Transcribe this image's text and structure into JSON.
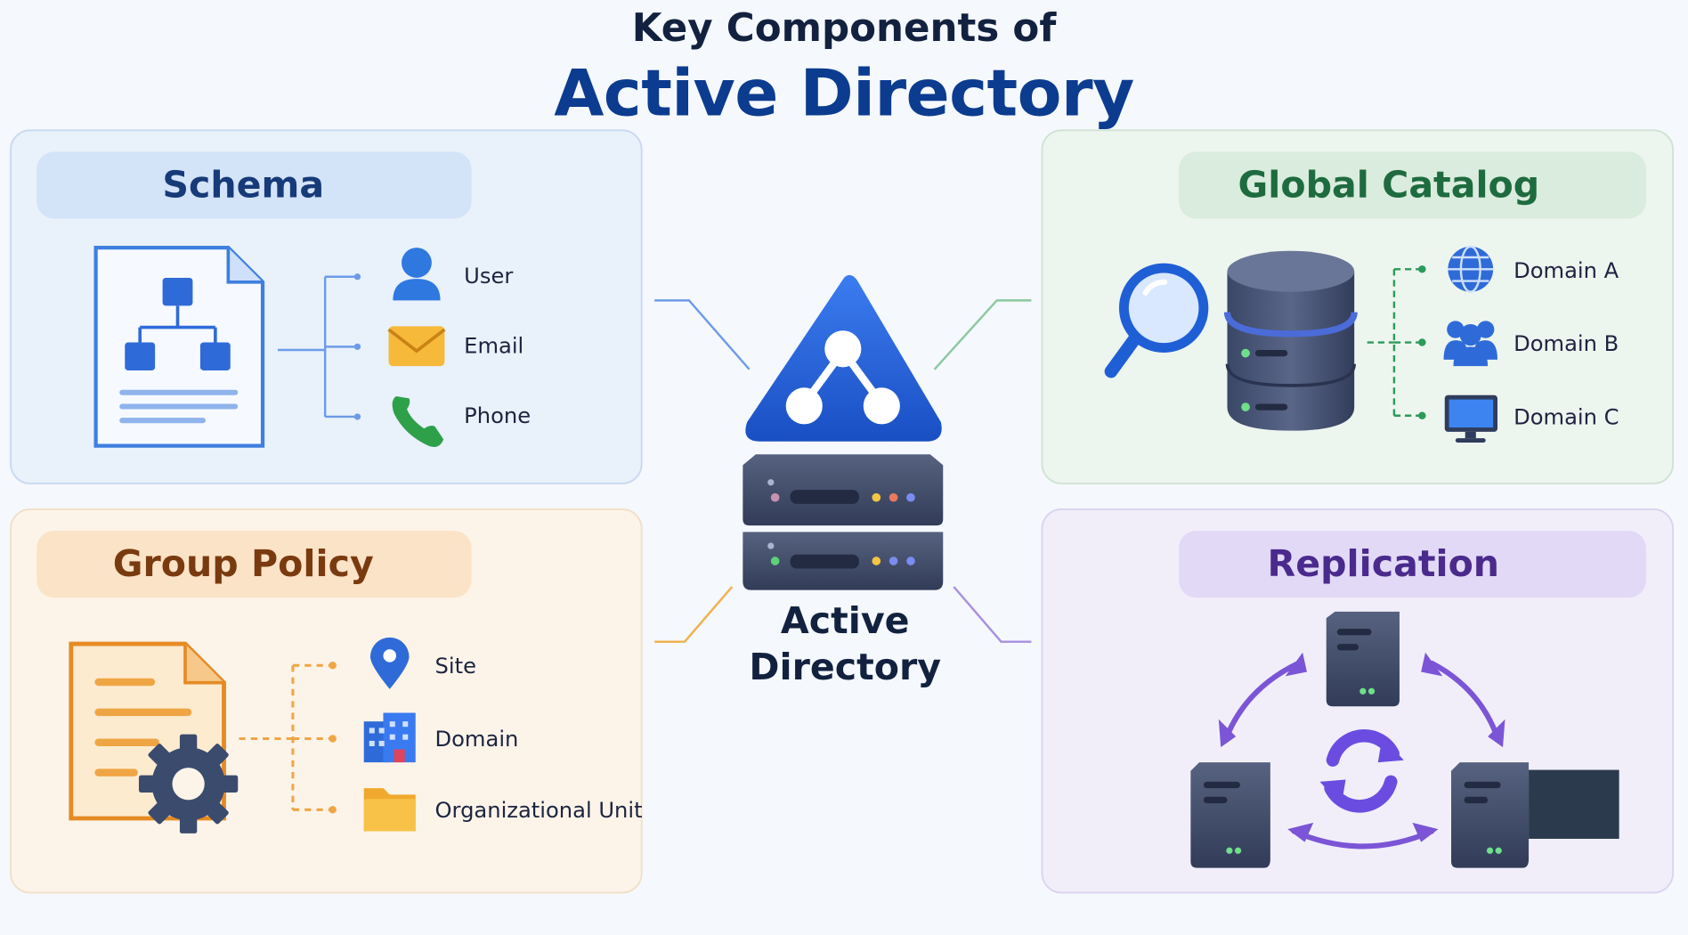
{
  "title": {
    "line1": "Key Components of",
    "line2": "Active Directory"
  },
  "center": {
    "label_line1": "Active",
    "label_line2": "Directory"
  },
  "panels": {
    "schema": {
      "heading": "Schema",
      "items": [
        "User",
        "Email",
        "Phone"
      ]
    },
    "global_catalog": {
      "heading": "Global Catalog",
      "items": [
        "Domain A",
        "Domain B",
        "Domain C"
      ]
    },
    "group_policy": {
      "heading": "Group Policy",
      "items": [
        "Site",
        "Domain",
        "Organizational Unit"
      ]
    },
    "replication": {
      "heading": "Replication"
    }
  },
  "colors": {
    "schema": "#2f6bd8",
    "global_catalog": "#1e6b3f",
    "group_policy": "#7a3a10",
    "replication": "#4a2a8c",
    "accent_blue": "#1f5fd6",
    "server": "#3d4a6b"
  }
}
